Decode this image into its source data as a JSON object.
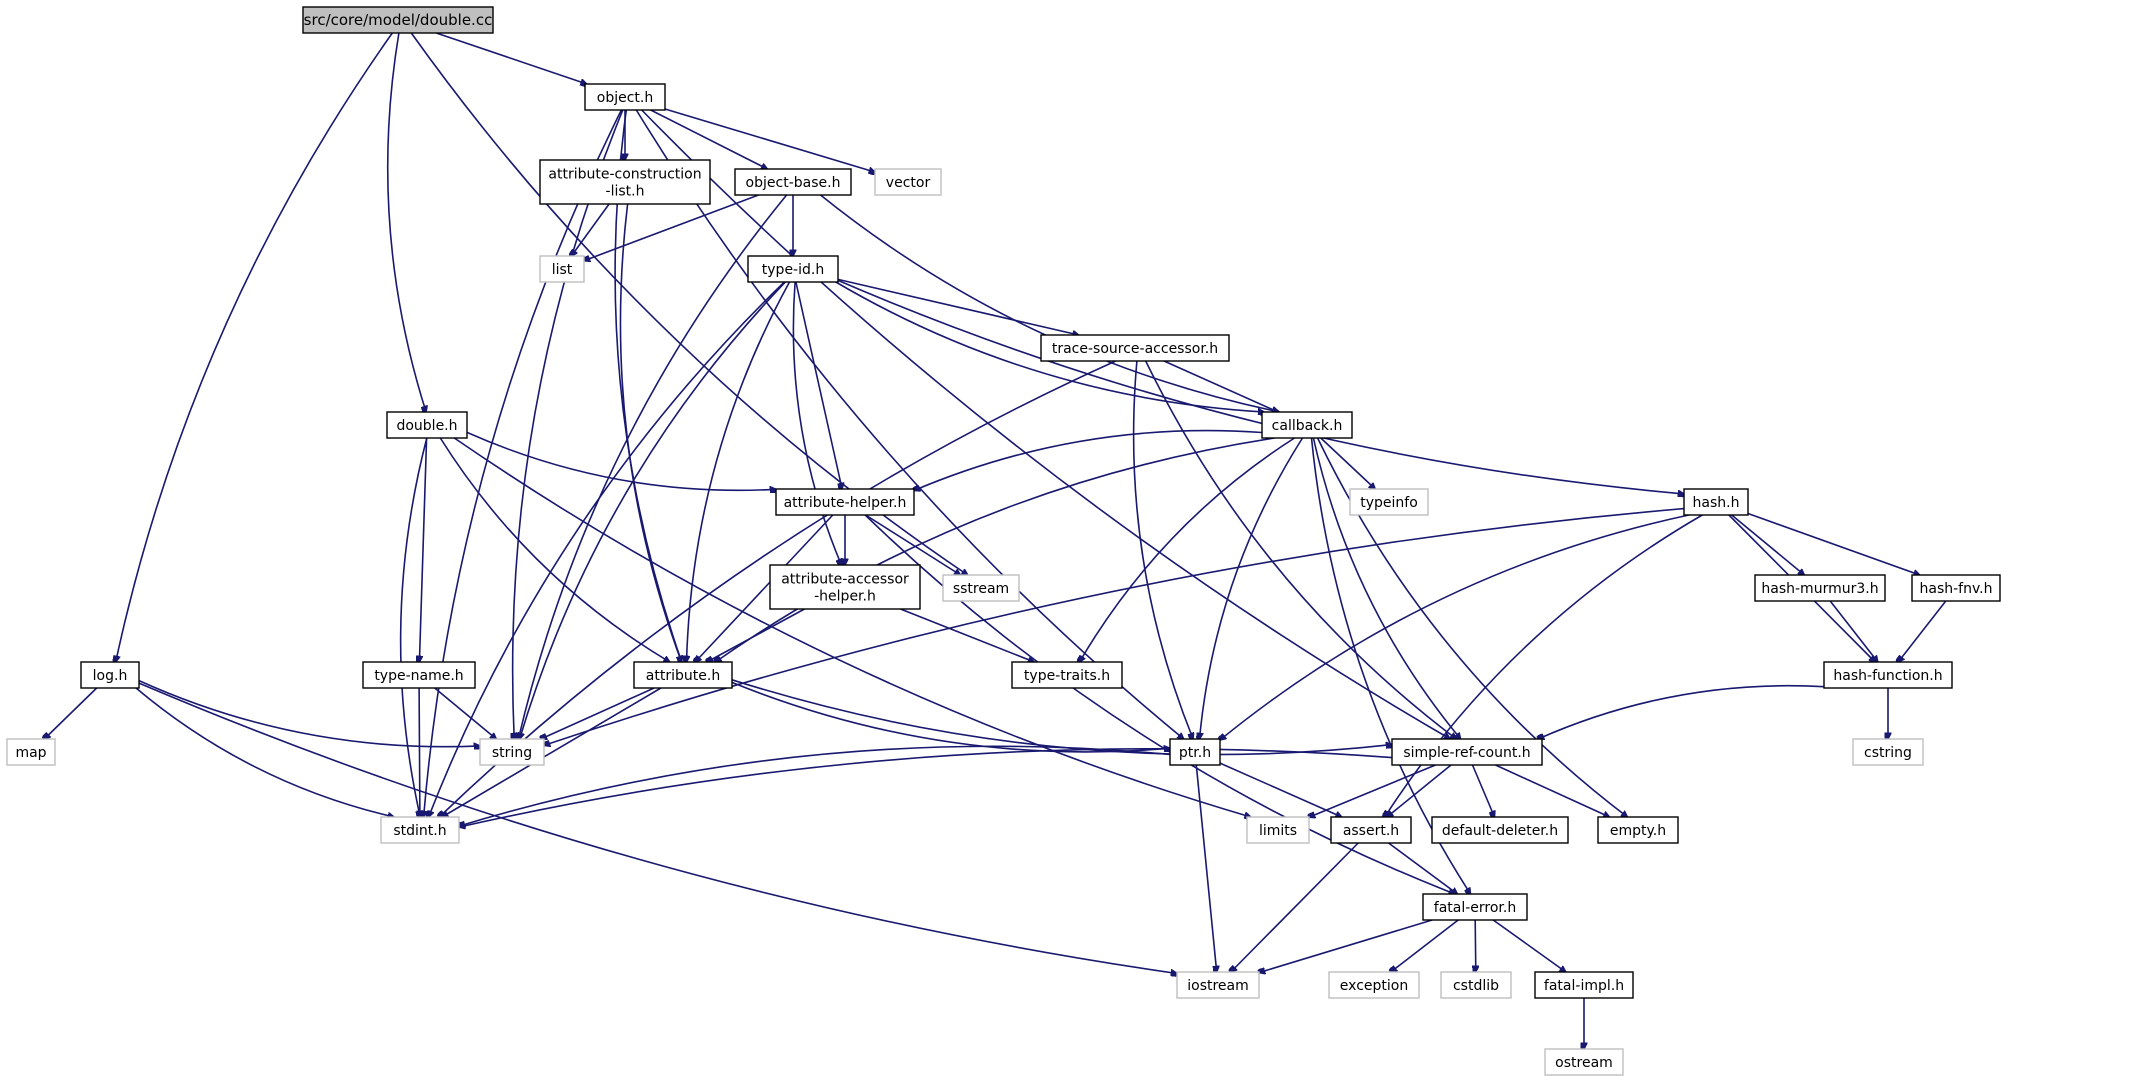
{
  "diagram": {
    "nodes": [
      {
        "id": "root",
        "lines": [
          "src/core/model/double.cc"
        ],
        "kind": "root"
      },
      {
        "id": "object_h",
        "lines": [
          "object.h"
        ],
        "kind": "doc"
      },
      {
        "id": "attr_constr",
        "lines": [
          "attribute-construction",
          "-list.h"
        ],
        "kind": "doc"
      },
      {
        "id": "object_base",
        "lines": [
          "object-base.h"
        ],
        "kind": "doc"
      },
      {
        "id": "vector",
        "lines": [
          "vector"
        ],
        "kind": "sys"
      },
      {
        "id": "list",
        "lines": [
          "list"
        ],
        "kind": "sys"
      },
      {
        "id": "type_id",
        "lines": [
          "type-id.h"
        ],
        "kind": "doc"
      },
      {
        "id": "trace_src",
        "lines": [
          "trace-source-accessor.h"
        ],
        "kind": "doc"
      },
      {
        "id": "double_h",
        "lines": [
          "double.h"
        ],
        "kind": "doc"
      },
      {
        "id": "callback_h",
        "lines": [
          "callback.h"
        ],
        "kind": "doc"
      },
      {
        "id": "attr_helper",
        "lines": [
          "attribute-helper.h"
        ],
        "kind": "doc"
      },
      {
        "id": "typeinfo",
        "lines": [
          "typeinfo"
        ],
        "kind": "sys"
      },
      {
        "id": "hash_h",
        "lines": [
          "hash.h"
        ],
        "kind": "doc"
      },
      {
        "id": "attr_accessor",
        "lines": [
          "attribute-accessor",
          "-helper.h"
        ],
        "kind": "doc"
      },
      {
        "id": "sstream",
        "lines": [
          "sstream"
        ],
        "kind": "sys"
      },
      {
        "id": "hash_murmur",
        "lines": [
          "hash-murmur3.h"
        ],
        "kind": "doc"
      },
      {
        "id": "hash_fnv",
        "lines": [
          "hash-fnv.h"
        ],
        "kind": "doc"
      },
      {
        "id": "log_h",
        "lines": [
          "log.h"
        ],
        "kind": "doc"
      },
      {
        "id": "type_name",
        "lines": [
          "type-name.h"
        ],
        "kind": "doc"
      },
      {
        "id": "attribute_h",
        "lines": [
          "attribute.h"
        ],
        "kind": "doc"
      },
      {
        "id": "type_traits",
        "lines": [
          "type-traits.h"
        ],
        "kind": "doc"
      },
      {
        "id": "hash_function",
        "lines": [
          "hash-function.h"
        ],
        "kind": "doc"
      },
      {
        "id": "map",
        "lines": [
          "map"
        ],
        "kind": "sys"
      },
      {
        "id": "string",
        "lines": [
          "string"
        ],
        "kind": "sys"
      },
      {
        "id": "ptr_h",
        "lines": [
          "ptr.h"
        ],
        "kind": "doc"
      },
      {
        "id": "simple_ref",
        "lines": [
          "simple-ref-count.h"
        ],
        "kind": "doc"
      },
      {
        "id": "cstring",
        "lines": [
          "cstring"
        ],
        "kind": "sys"
      },
      {
        "id": "stdint",
        "lines": [
          "stdint.h"
        ],
        "kind": "sys"
      },
      {
        "id": "limits",
        "lines": [
          "limits"
        ],
        "kind": "sys"
      },
      {
        "id": "assert_h",
        "lines": [
          "assert.h"
        ],
        "kind": "doc"
      },
      {
        "id": "default_deleter",
        "lines": [
          "default-deleter.h"
        ],
        "kind": "doc"
      },
      {
        "id": "empty_h",
        "lines": [
          "empty.h"
        ],
        "kind": "doc"
      },
      {
        "id": "fatal_error",
        "lines": [
          "fatal-error.h"
        ],
        "kind": "doc"
      },
      {
        "id": "iostream",
        "lines": [
          "iostream"
        ],
        "kind": "sys"
      },
      {
        "id": "exception",
        "lines": [
          "exception"
        ],
        "kind": "sys"
      },
      {
        "id": "cstdlib",
        "lines": [
          "cstdlib"
        ],
        "kind": "sys"
      },
      {
        "id": "fatal_impl",
        "lines": [
          "fatal-impl.h"
        ],
        "kind": "doc"
      },
      {
        "id": "ostream",
        "lines": [
          "ostream"
        ],
        "kind": "sys"
      }
    ],
    "edges": [
      [
        "root",
        "object_h"
      ],
      [
        "root",
        "double_h"
      ],
      [
        "root",
        "log_h"
      ],
      [
        "root",
        "sstream"
      ],
      [
        "object_h",
        "attr_constr"
      ],
      [
        "object_h",
        "object_base"
      ],
      [
        "object_h",
        "vector"
      ],
      [
        "object_h",
        "stdint"
      ],
      [
        "object_h",
        "string"
      ],
      [
        "object_h",
        "attribute_h"
      ],
      [
        "object_h",
        "ptr_h"
      ],
      [
        "object_h",
        "simple_ref"
      ],
      [
        "attr_constr",
        "list"
      ],
      [
        "attr_constr",
        "attribute_h"
      ],
      [
        "object_base",
        "list"
      ],
      [
        "object_base",
        "type_id"
      ],
      [
        "object_base",
        "callback_h"
      ],
      [
        "object_base",
        "string"
      ],
      [
        "type_id",
        "trace_src"
      ],
      [
        "type_id",
        "callback_h"
      ],
      [
        "type_id",
        "hash_h"
      ],
      [
        "type_id",
        "attr_helper"
      ],
      [
        "type_id",
        "attr_accessor"
      ],
      [
        "type_id",
        "attribute_h"
      ],
      [
        "type_id",
        "string"
      ],
      [
        "type_id",
        "stdint"
      ],
      [
        "trace_src",
        "callback_h"
      ],
      [
        "trace_src",
        "ptr_h"
      ],
      [
        "trace_src",
        "simple_ref"
      ],
      [
        "trace_src",
        "stdint"
      ],
      [
        "double_h",
        "attr_helper"
      ],
      [
        "double_h",
        "attribute_h"
      ],
      [
        "double_h",
        "type_name"
      ],
      [
        "double_h",
        "stdint"
      ],
      [
        "double_h",
        "limits"
      ],
      [
        "callback_h",
        "attr_helper"
      ],
      [
        "callback_h",
        "typeinfo"
      ],
      [
        "callback_h",
        "attribute_h"
      ],
      [
        "callback_h",
        "type_traits"
      ],
      [
        "callback_h",
        "ptr_h"
      ],
      [
        "callback_h",
        "simple_ref"
      ],
      [
        "callback_h",
        "empty_h"
      ],
      [
        "callback_h",
        "fatal_error"
      ],
      [
        "attr_helper",
        "attr_accessor"
      ],
      [
        "attr_helper",
        "sstream"
      ],
      [
        "attr_helper",
        "attribute_h"
      ],
      [
        "attr_helper",
        "fatal_error"
      ],
      [
        "hash_h",
        "hash_murmur"
      ],
      [
        "hash_h",
        "hash_fnv"
      ],
      [
        "hash_h",
        "hash_function"
      ],
      [
        "hash_h",
        "string"
      ],
      [
        "hash_h",
        "ptr_h"
      ],
      [
        "hash_h",
        "assert_h"
      ],
      [
        "attr_accessor",
        "attribute_h"
      ],
      [
        "attr_accessor",
        "type_traits"
      ],
      [
        "hash_murmur",
        "hash_function"
      ],
      [
        "hash_fnv",
        "hash_function"
      ],
      [
        "log_h",
        "map"
      ],
      [
        "log_h",
        "string"
      ],
      [
        "log_h",
        "stdint"
      ],
      [
        "log_h",
        "iostream"
      ],
      [
        "type_name",
        "string"
      ],
      [
        "type_name",
        "stdint"
      ],
      [
        "attribute_h",
        "string"
      ],
      [
        "attribute_h",
        "ptr_h"
      ],
      [
        "attribute_h",
        "simple_ref"
      ],
      [
        "attribute_h",
        "stdint"
      ],
      [
        "hash_function",
        "simple_ref"
      ],
      [
        "hash_function",
        "cstring"
      ],
      [
        "ptr_h",
        "assert_h"
      ],
      [
        "ptr_h",
        "iostream"
      ],
      [
        "ptr_h",
        "stdint"
      ],
      [
        "simple_ref",
        "limits"
      ],
      [
        "simple_ref",
        "assert_h"
      ],
      [
        "simple_ref",
        "default_deleter"
      ],
      [
        "simple_ref",
        "empty_h"
      ],
      [
        "simple_ref",
        "stdint"
      ],
      [
        "assert_h",
        "fatal_error"
      ],
      [
        "assert_h",
        "iostream"
      ],
      [
        "fatal_error",
        "iostream"
      ],
      [
        "fatal_error",
        "exception"
      ],
      [
        "fatal_error",
        "cstdlib"
      ],
      [
        "fatal_error",
        "fatal_impl"
      ],
      [
        "fatal_impl",
        "ostream"
      ]
    ]
  }
}
